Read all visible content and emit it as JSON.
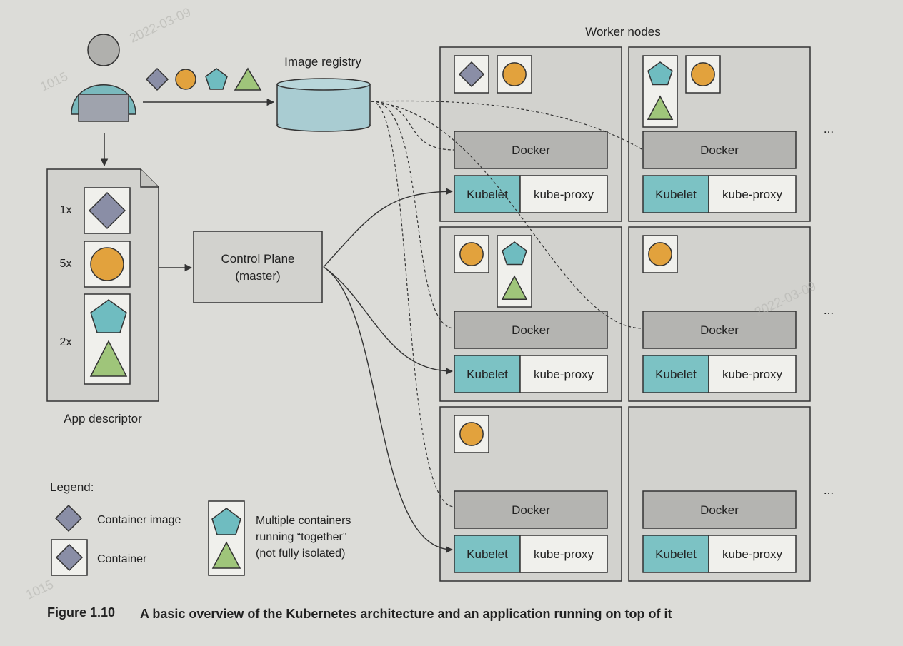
{
  "worker_nodes_title": "Worker nodes",
  "image_registry_label": "Image registry",
  "app_descriptor": {
    "label": "App descriptor",
    "rows": [
      {
        "count": "1x",
        "shapes": [
          "diamond"
        ]
      },
      {
        "count": "5x",
        "shapes": [
          "circle"
        ]
      },
      {
        "count": "2x",
        "shapes": [
          "pentagon",
          "triangle"
        ]
      }
    ]
  },
  "control_plane": {
    "line1": "Control Plane",
    "line2": "(master)"
  },
  "node_labels": {
    "docker": "Docker",
    "kubelet": "Kubelet",
    "kube_proxy": "kube-proxy"
  },
  "ellipsis": "...",
  "legend": {
    "title": "Legend:",
    "container_image": "Container image",
    "container": "Container",
    "multi_line1": "Multiple containers",
    "multi_line2": "running “together”",
    "multi_line3": "(not fully isolated)"
  },
  "caption": {
    "figure": "Figure 1.10",
    "text": "A basic overview of the Kubernetes architecture and an application running on top of it"
  },
  "watermarks": [
    "2022-03-09",
    "1015",
    "2022-03-09",
    "1015"
  ],
  "colors": {
    "diamond": "#8a8ea6",
    "circle": "#e2a23d",
    "pentagon": "#6fbcc0",
    "triangle": "#9fc57a",
    "kubelet": "#7cc2c4",
    "docker": "#b4b4b1",
    "panel": "#d2d2ce",
    "registry": "#a9ccd2"
  }
}
